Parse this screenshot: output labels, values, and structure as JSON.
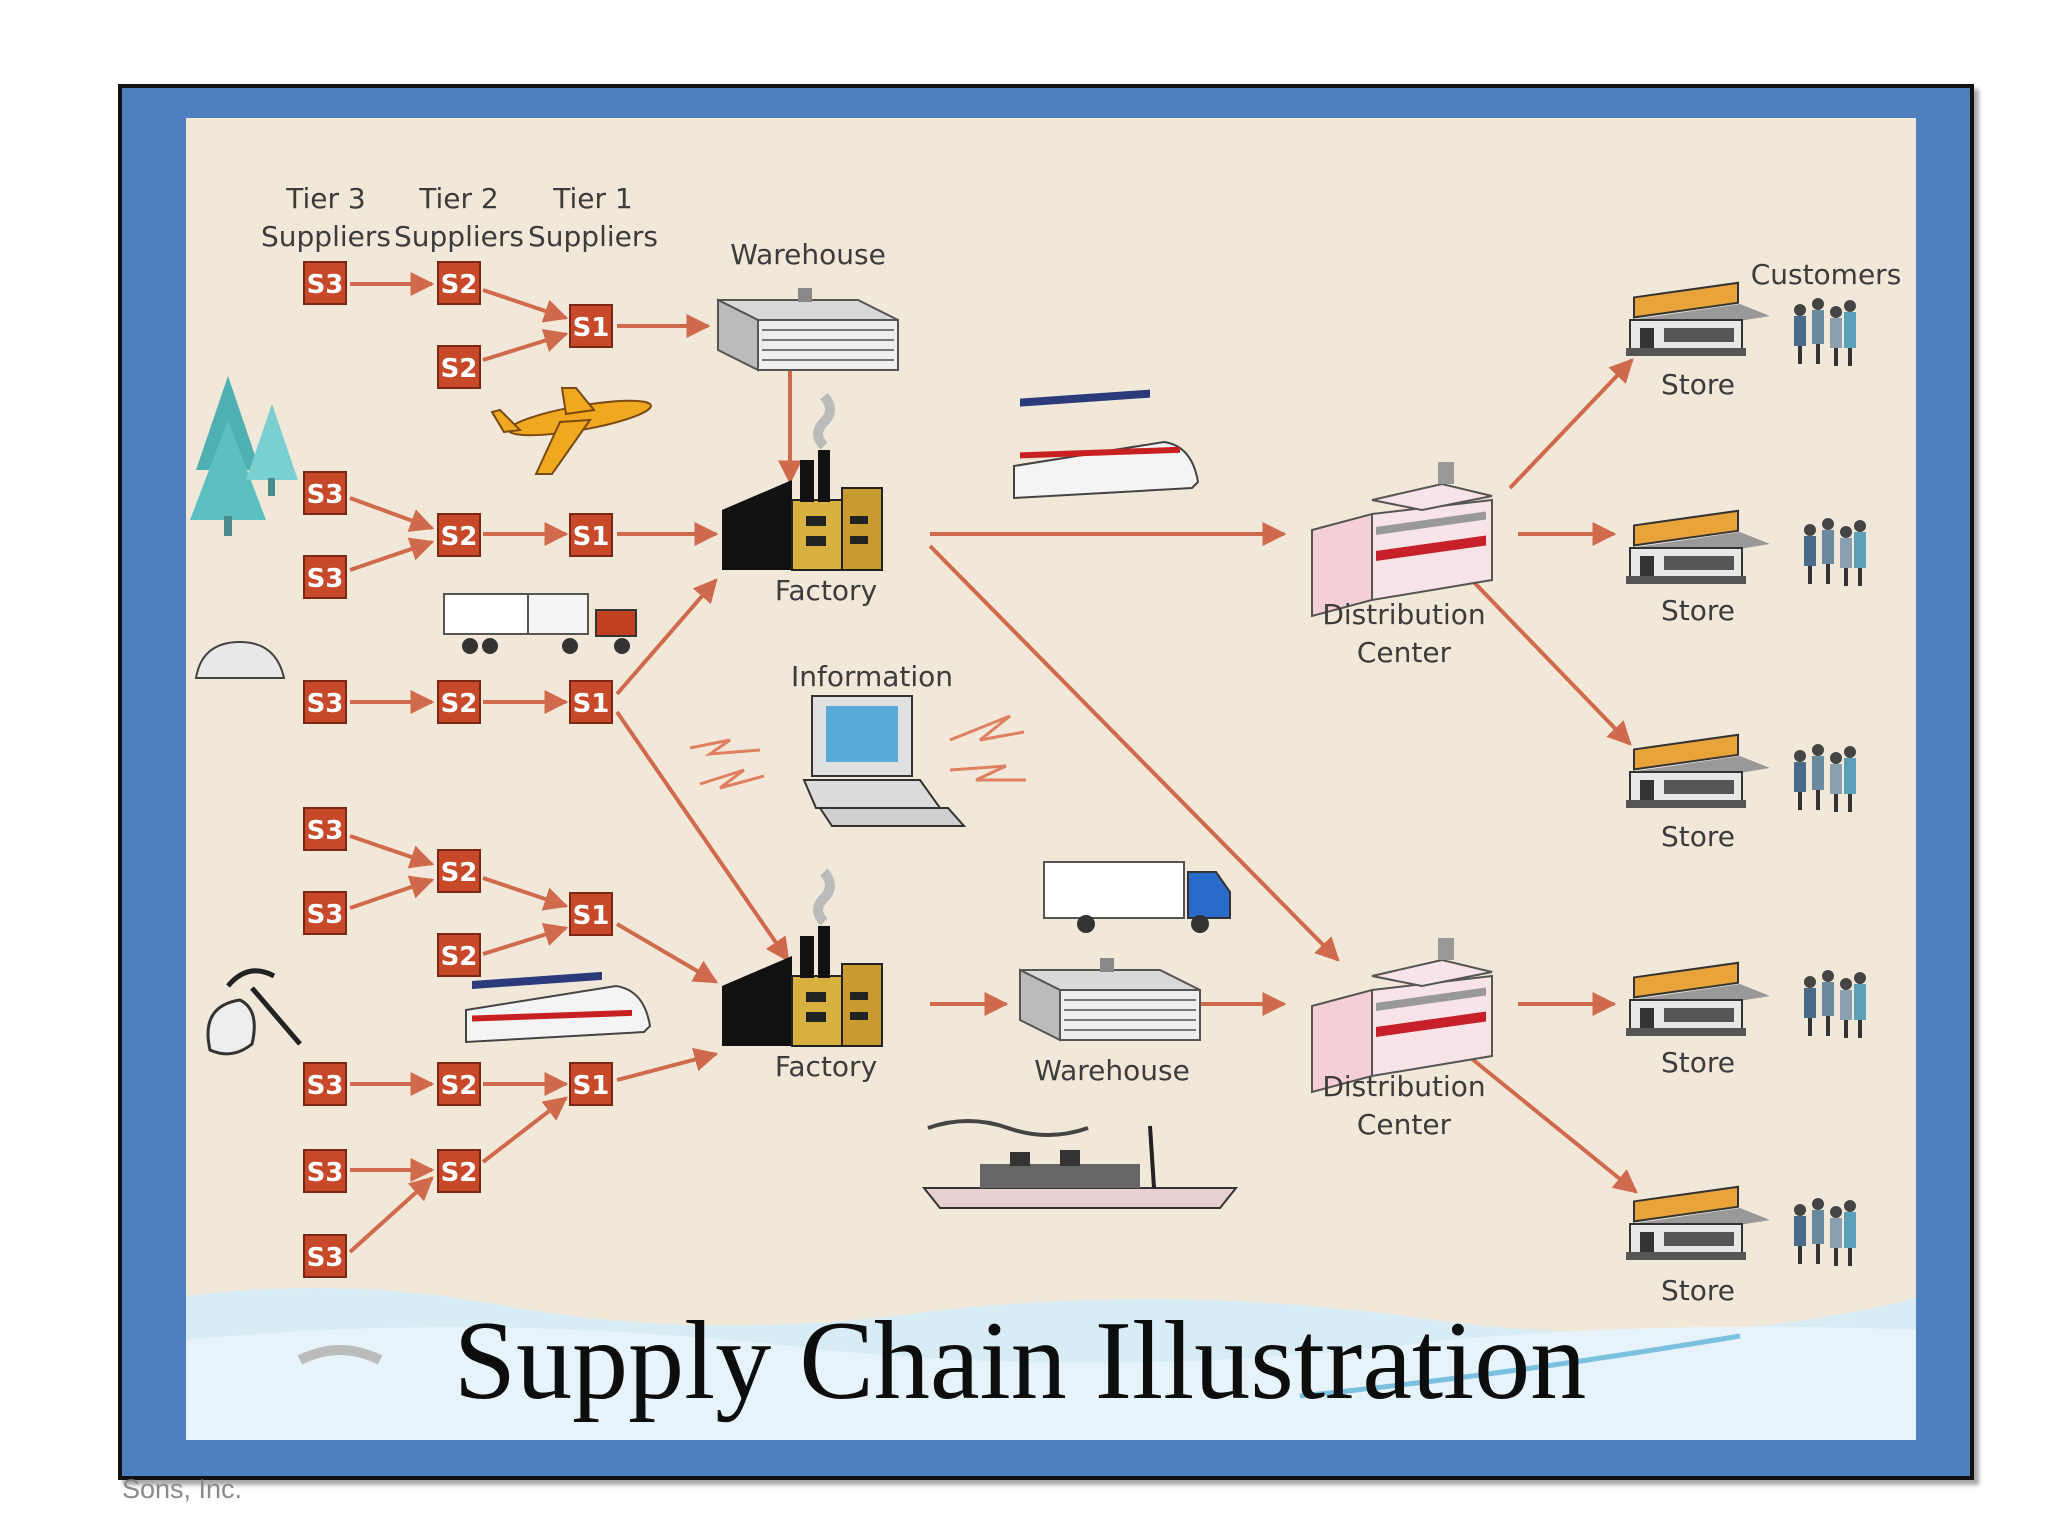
{
  "title": "Supply Chain Illustration",
  "credit": "Sons, Inc.",
  "headers": {
    "tier3": [
      "Tier 3",
      "Suppliers"
    ],
    "tier2": [
      "Tier 2",
      "Suppliers"
    ],
    "tier1": [
      "Tier 1",
      "Suppliers"
    ]
  },
  "supplier_codes": {
    "s3": "S3",
    "s2": "S2",
    "s1": "S1"
  },
  "labels": {
    "warehouse_top": "Warehouse",
    "factory_top": "Factory",
    "information": "Information",
    "factory_bottom": "Factory",
    "warehouse_bottom": "Warehouse",
    "dc_top": [
      "Distribution",
      "Center"
    ],
    "dc_bottom": [
      "Distribution",
      "Center"
    ],
    "customers": "Customers",
    "store": "Store"
  },
  "colors": {
    "frame": "#4e7fbf",
    "panel": "#f1e8d9",
    "supplier_box": "#c8482a",
    "arrow": "#d06a4c"
  },
  "icons": [
    "airplane-icon",
    "train-icon",
    "truck-icon",
    "ship-icon",
    "computer-icon",
    "tree-icon",
    "rock-icon",
    "pickaxe-icon",
    "factory-icon",
    "warehouse-icon",
    "distribution-center-icon",
    "store-icon",
    "customers-icon"
  ]
}
